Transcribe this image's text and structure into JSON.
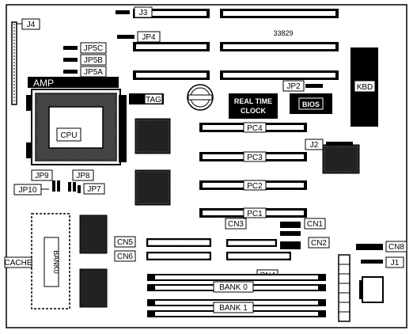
{
  "board_id": "33829",
  "labels": {
    "j3": "J3",
    "j4": "J4",
    "jp4": "JP4",
    "jp5c": "JP5C",
    "jp5b": "JP5B",
    "jp5a": "JP5A",
    "amp": "AMP",
    "tag": "TAG",
    "rtc_line1": "REAL TIME",
    "rtc_line2": "CLOCK",
    "bios": "BIOS",
    "jp2": "JP2",
    "kbd": "KBD",
    "cpu": "CPU",
    "pc4": "PC4",
    "pc3": "PC3",
    "pc2": "PC2",
    "pc1": "PC1",
    "j2": "J2",
    "jp9": "JP9",
    "jp8": "JP8",
    "jp10": "JP10",
    "jp7": "JP7",
    "cn3": "CN3",
    "cn1": "CN1",
    "cn5": "CN5",
    "cn2": "CN2",
    "cn8": "CN8",
    "cn6": "CN6",
    "cn4": "CN4",
    "j1": "J1",
    "cache": "CACHE",
    "bank0_vertical": "BANK0",
    "bank0": "BANK 0",
    "bank1": "BANK 1"
  }
}
